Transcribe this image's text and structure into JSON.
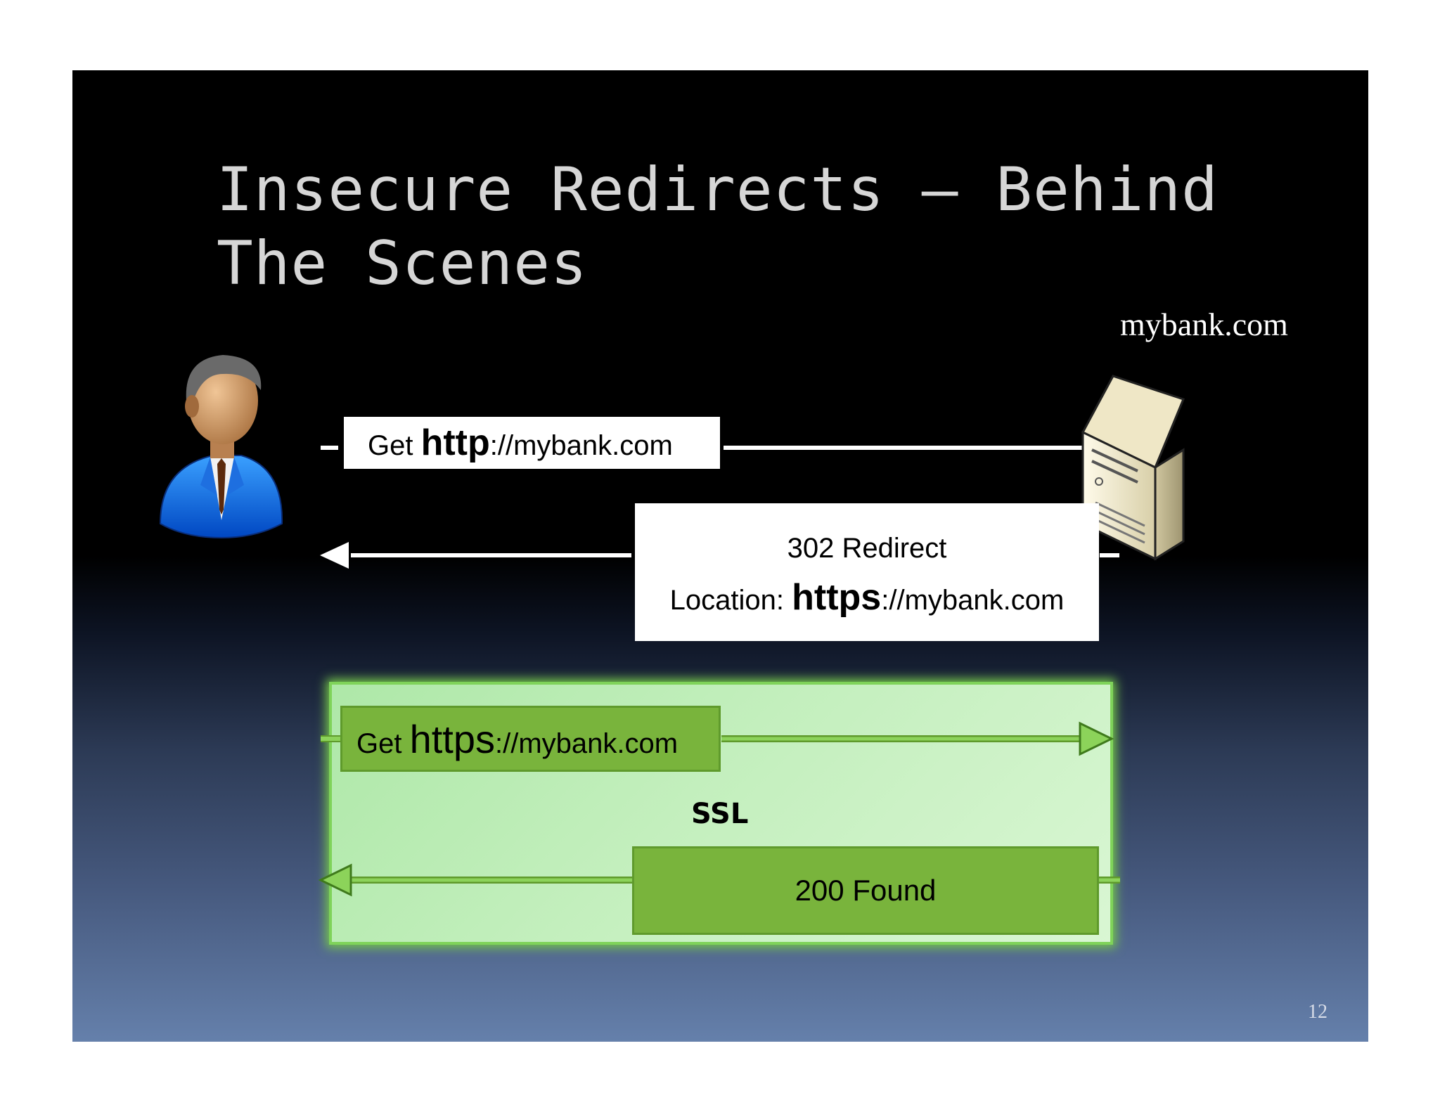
{
  "slide": {
    "title_line1": "Insecure Redirects – Behind",
    "title_line2": "The Scenes",
    "page_number": "12"
  },
  "diagram": {
    "server_label": "mybank.com",
    "request1": {
      "prefix": "Get ",
      "emphasis": "http",
      "suffix": "://mybank.com"
    },
    "response1": {
      "line1": "302 Redirect",
      "line2_prefix": "Location: ",
      "line2_emphasis": "https",
      "line2_suffix": "://mybank.com"
    },
    "request2": {
      "prefix": "Get ",
      "emphasis": "https",
      "suffix": "://mybank.com"
    },
    "ssl_label": "SSL",
    "response2": "200 Found"
  },
  "icons": {
    "client": "user-icon",
    "server": "server-icon"
  },
  "colors": {
    "ssl_panel": "#c3efbd",
    "ssl_border": "#7fd35a",
    "green_box": "#79b43c",
    "title_text": "#d6d6d6"
  }
}
